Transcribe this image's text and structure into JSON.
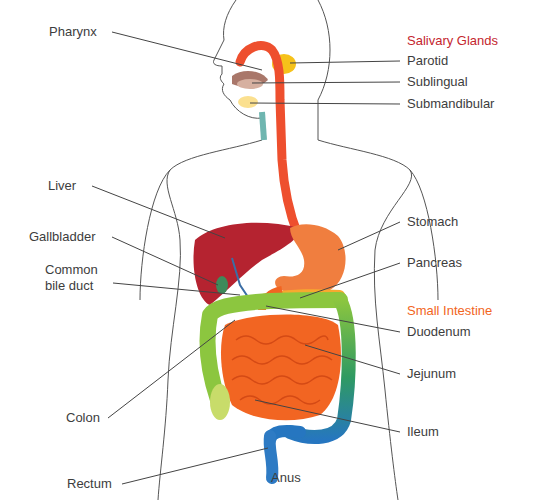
{
  "diagram": {
    "labels": [
      "Pharynx",
      "Salivary Glands",
      "Parotid",
      "Sublingual",
      "Submandibular",
      "Liver",
      "Stomach",
      "Gallbladder",
      "Pancreas",
      "Common bile duct",
      "Small Intestine",
      "Duodenum",
      "Jejunum",
      "Colon",
      "Ileum",
      "Rectum",
      "Anus"
    ]
  }
}
